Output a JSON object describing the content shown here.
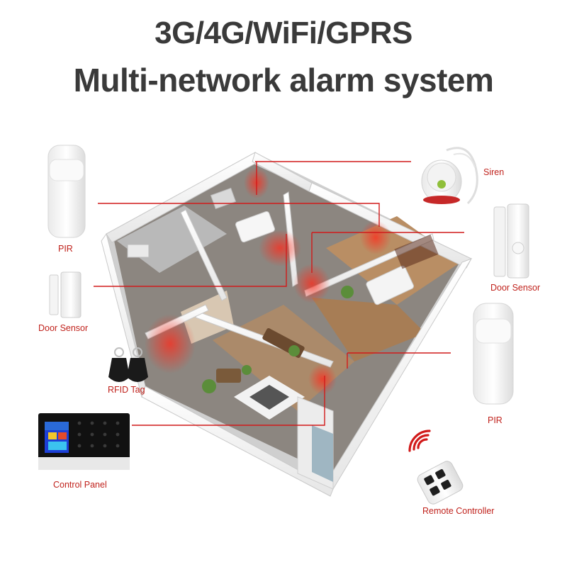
{
  "title": {
    "line1": "3G/4G/WiFi/GPRS",
    "line2": "Multi-network alarm system"
  },
  "labels": {
    "siren": "Siren",
    "pir_left": "PIR",
    "door_sensor_right": "Door Sensor",
    "door_sensor_left": "Door Sensor",
    "rfid_tag": "RFID Tag",
    "pir_right": "PIR",
    "control_panel": "Control Panel",
    "remote_controller": "Remote Controller"
  },
  "colors": {
    "label_red": "#c0221c",
    "line_red": "#d11a1a",
    "title_gray": "#3a3a3a"
  },
  "icons": [
    "pir-sensor-icon",
    "door-sensor-icon",
    "siren-icon",
    "rfid-tag-icon",
    "control-panel-icon",
    "remote-controller-icon",
    "wireless-signal-icon",
    "house-floorplan-illustration"
  ]
}
